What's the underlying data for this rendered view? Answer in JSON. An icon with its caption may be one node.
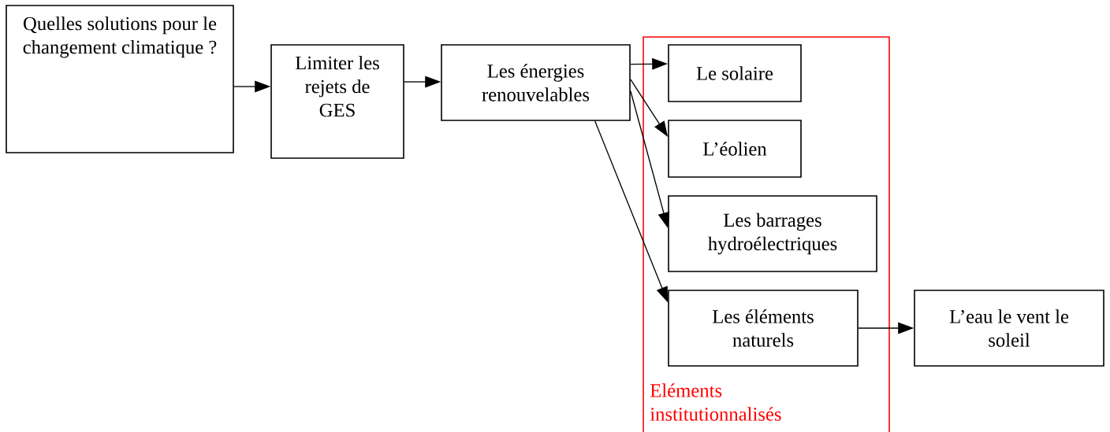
{
  "diagram": {
    "nodes": [
      {
        "text": [
          "Quelles solutions pour le changement climatique ?"
        ]
      },
      {
        "text": [
          "Limiter les rejets de GES"
        ]
      },
      {
        "text": [
          "Les énergies renouvelables"
        ]
      },
      {
        "text": [
          "Eléments institutionnalisés"
        ]
      },
      {
        "text": [
          "Le solaire"
        ],
        "in": 3
      },
      {
        "text": [
          "L’éolien"
        ],
        "in": 3
      },
      {
        "text": [
          "Les barrages hydroélectriques"
        ],
        "in": 3
      },
      {
        "text": [
          "Les éléments naturels"
        ],
        "in": 3
      },
      {
        "text": [
          "L’eau le vent le soleil"
        ]
      }
    ],
    "edges": [
      {
        "from": 0,
        "to": 1,
        "arrow": "to"
      },
      {
        "from": 1,
        "to": 2,
        "arrow": "to"
      },
      {
        "from": 2,
        "to": 4,
        "arrow": "to"
      },
      {
        "from": 2,
        "to": 5,
        "arrow": "to"
      },
      {
        "from": 2,
        "to": 6,
        "arrow": "to"
      },
      {
        "from": 2,
        "to": 7,
        "arrow": "to"
      },
      {
        "from": 7,
        "to": 8,
        "arrow": "to"
      }
    ]
  }
}
